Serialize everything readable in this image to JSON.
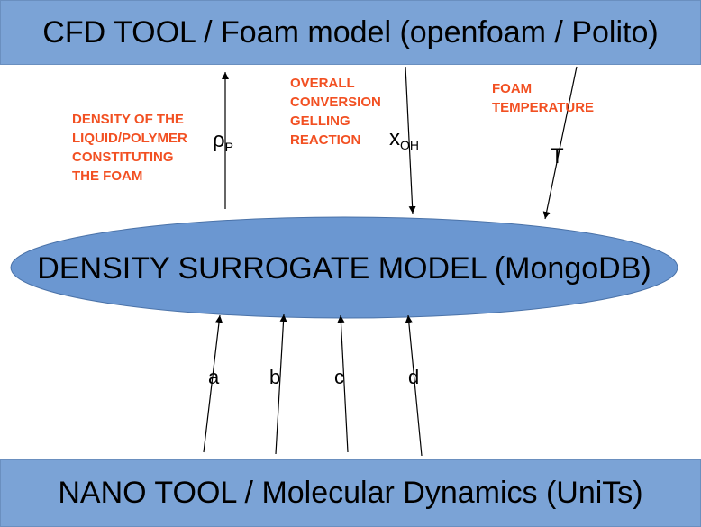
{
  "top_box": {
    "label": "CFD TOOL / Foam model (openfoam / Polito)"
  },
  "bottom_box": {
    "label": "NANO TOOL / Molecular Dynamics (UniTs)"
  },
  "center": {
    "label": "DENSITY SURROGATE MODEL (MongoDB)"
  },
  "outputs": [
    {
      "description": "DENSITY OF THE\nLIQUID/POLYMER\nCONSTITUTING\nTHE FOAM",
      "symbol": "ρ",
      "subscript": "P"
    },
    {
      "description": "OVERALL\nCONVERSION\nGELLING\nREACTION",
      "symbol": "x",
      "subscript": "OH"
    },
    {
      "description": "FOAM\nTEMPERATURE",
      "symbol": "T",
      "subscript": ""
    }
  ],
  "inputs": [
    "a",
    "b",
    "c",
    "d"
  ],
  "colors": {
    "box_fill": "#7ba3d6",
    "ellipse_fill": "#6b97d1",
    "annotation_orange": "#f25022",
    "arrow": "#000000"
  }
}
